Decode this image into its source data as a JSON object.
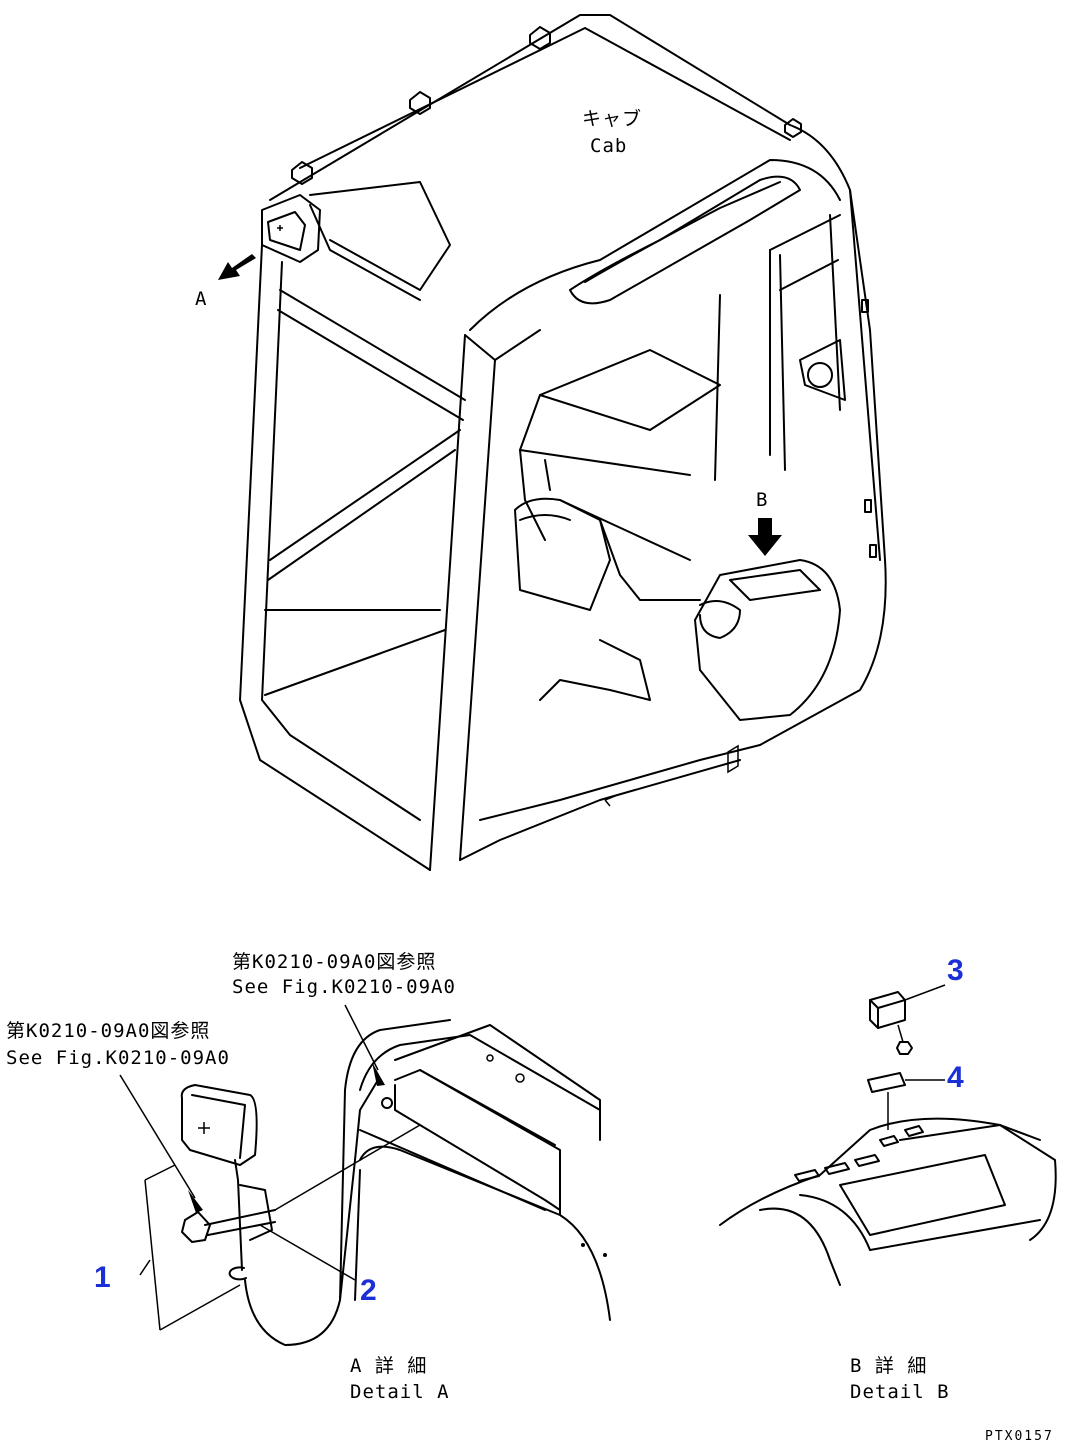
{
  "labels": {
    "cab_jp": "キャブ",
    "cab_en": "Cab",
    "view_a": "A",
    "view_b": "B",
    "ref_top_jp": "第K0210-09A0図参照",
    "ref_top_en": "See Fig.K0210-09A0",
    "ref_left_jp": "第K0210-09A0図参照",
    "ref_left_en": "See Fig.K0210-09A0",
    "detail_a_jp": "A 詳 細",
    "detail_a_en": "Detail A",
    "detail_b_jp": "B 詳 細",
    "detail_b_en": "Detail B",
    "drawing_code": "PTX0157"
  },
  "callouts": [
    "1",
    "2",
    "3",
    "4"
  ],
  "colors": {
    "callout": "#1a2fd6",
    "line": "#000000",
    "background": "#ffffff"
  }
}
